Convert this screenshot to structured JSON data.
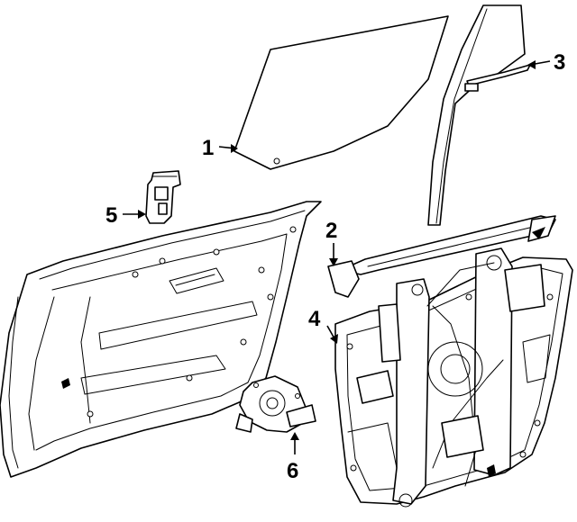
{
  "callouts": [
    {
      "id": "1",
      "label": "1",
      "part": "door-glass"
    },
    {
      "id": "2",
      "label": "2",
      "part": "belt-molding"
    },
    {
      "id": "3",
      "label": "3",
      "part": "glass-run-channel"
    },
    {
      "id": "4",
      "label": "4",
      "part": "window-regulator"
    },
    {
      "id": "5",
      "label": "5",
      "part": "door-lock-clip"
    },
    {
      "id": "6",
      "label": "6",
      "part": "window-motor"
    }
  ],
  "colors": {
    "ink": "#000000",
    "paper": "#ffffff"
  }
}
